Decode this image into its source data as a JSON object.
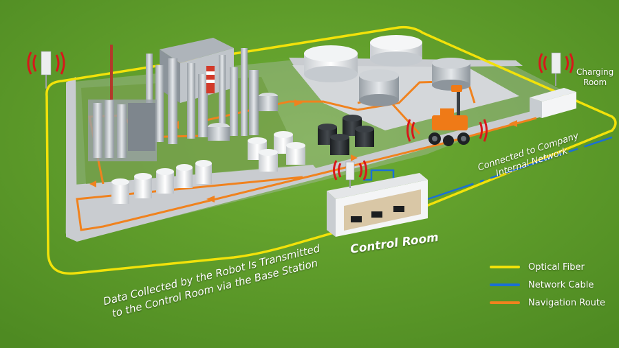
{
  "labels": {
    "charging_room": [
      "Charging",
      "Room"
    ],
    "company_network": [
      "Connected to Company",
      "Internal Network"
    ],
    "control_room": "Control Room",
    "data_transmitted": [
      "Data Collected by the Robot Is Transmitted",
      "to the Control Room via the Base Station"
    ]
  },
  "legend": [
    {
      "label": "Optical Fiber",
      "color": "#f2e20a"
    },
    {
      "label": "Network Cable",
      "color": "#1a6fd6"
    },
    {
      "label": "Navigation Route",
      "color": "#f0821e"
    }
  ],
  "colors": {
    "grass": "#5c9a2a",
    "pavement": "#c9ccd0",
    "signal": "#d8171a",
    "robot": "#ef7a17"
  }
}
